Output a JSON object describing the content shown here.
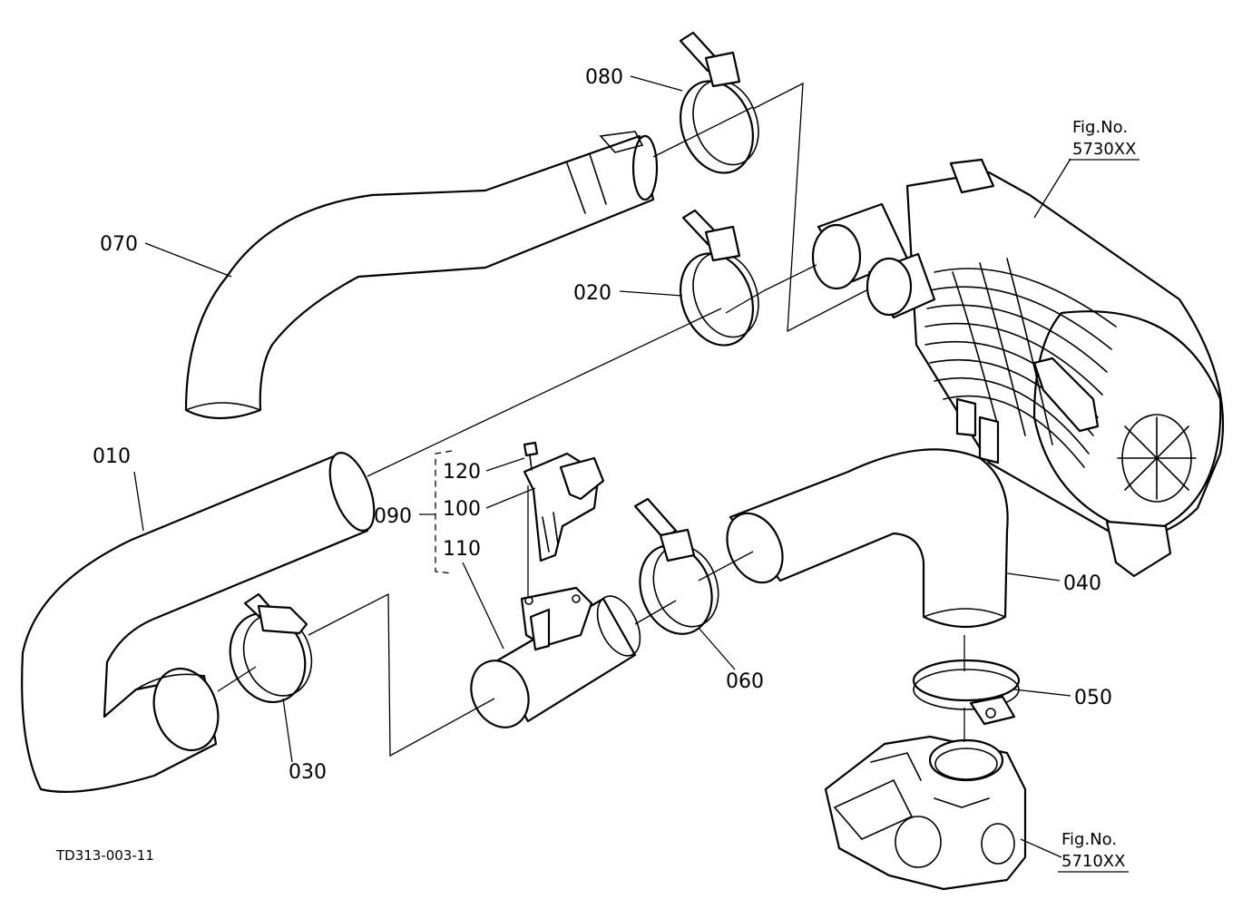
{
  "labels": {
    "p010": "010",
    "p020": "020",
    "p030": "030",
    "p040": "040",
    "p050": "050",
    "p060": "060",
    "p070": "070",
    "p080": "080",
    "p090": "090",
    "p100": "100",
    "p110": "110",
    "p120": "120"
  },
  "figrefs": {
    "air_cleaner": {
      "line1": "Fig.No.",
      "line2": "5730XX"
    },
    "throttle_body": {
      "line1": "Fig.No.",
      "line2": "5710XX"
    }
  },
  "drawing_id": "TD313-003-11"
}
